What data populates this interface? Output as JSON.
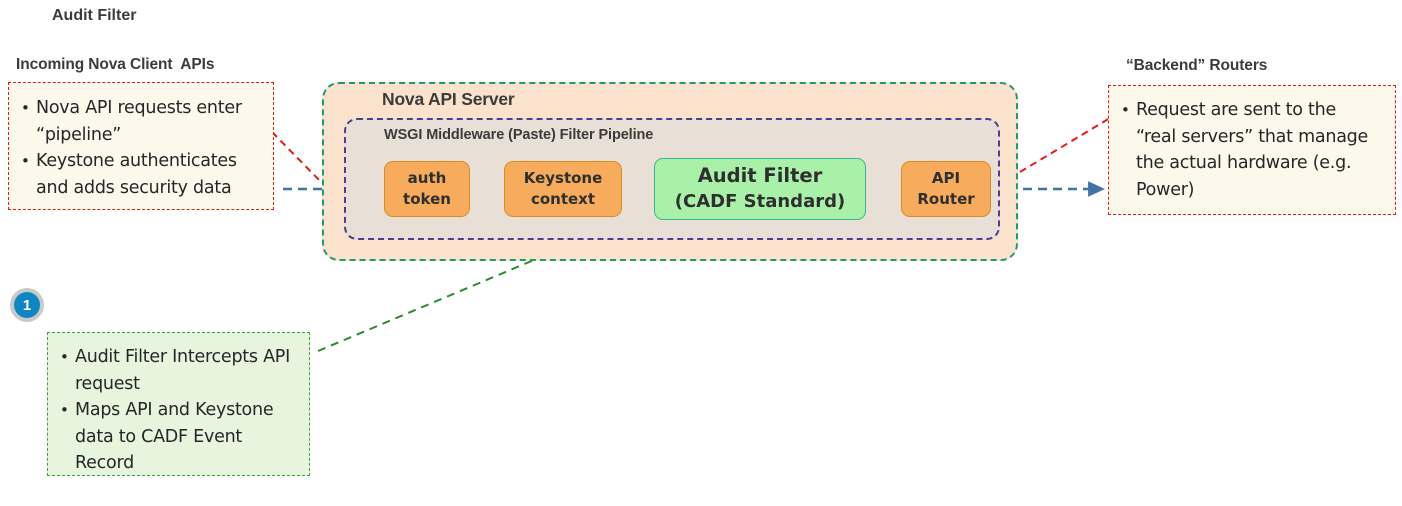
{
  "left_callout": {
    "title": "Incoming Nova Client  APIs",
    "bullets": [
      "Nova API requests enter “pipeline”",
      "Keystone authenticates and adds security data"
    ],
    "border_color": "#e41b17",
    "fill_color": "#fdf8ec"
  },
  "right_callout": {
    "title": "“Backend” Routers",
    "bullets": [
      "Request are sent to the “real servers” that manage the actual hardware (e.g. Power)"
    ],
    "border_color": "#e41b17",
    "fill_color": "#fdf8ec"
  },
  "server": {
    "title": "Nova API Server",
    "border_color": "#1f9b6e",
    "fill_color": "#fbe2cc",
    "pipeline": {
      "title": "WSGI Middleware (Paste) Filter Pipeline",
      "border_color": "#4b3f8f",
      "fill_color": "#e8dfd7",
      "stages": [
        {
          "id": "auth-token",
          "line1": "auth",
          "line2": "token",
          "style": "orange",
          "size": "small"
        },
        {
          "id": "keystone-context",
          "line1": "Keystone",
          "line2": "context",
          "style": "orange",
          "size": "small"
        },
        {
          "id": "audit-filter",
          "line1": "Audit Filter",
          "line2": "(CADF Standard)",
          "style": "green",
          "size": "large"
        },
        {
          "id": "api-router",
          "line1": "API",
          "line2": "Router",
          "style": "orange",
          "size": "small"
        }
      ]
    }
  },
  "annotation": {
    "badge_number": "1",
    "badge_label": "Audit Filter",
    "badge_color": "#0f86c4",
    "badge_ring_color": "#c9c9c9",
    "bullets": [
      "Audit Filter Intercepts API request",
      "Maps API and Keystone data to CADF Event Record"
    ],
    "border_color": "#3fa23f",
    "fill_color": "#e7f5df"
  },
  "flow": {
    "arrow_color": "#4472a8",
    "connector_red": "#e41b17",
    "connector_green": "#2d8a2d"
  }
}
